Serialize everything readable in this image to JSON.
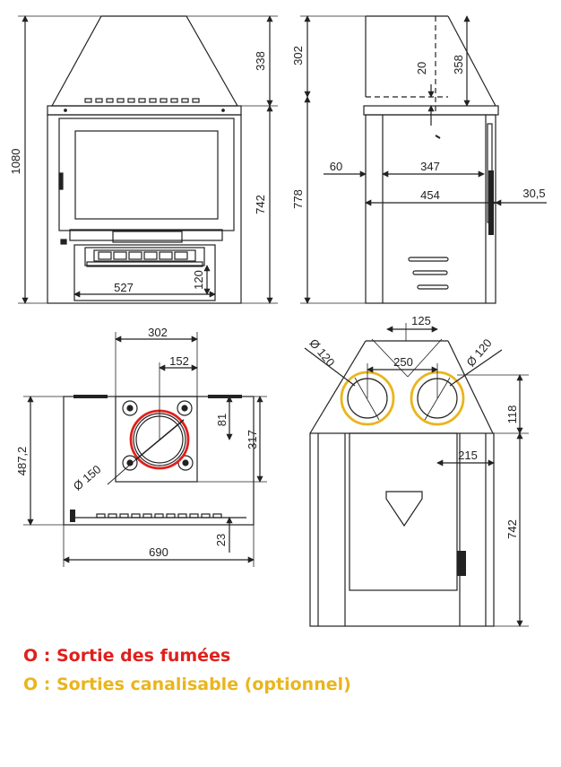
{
  "front_view": {
    "dimensions": {
      "total_height": "1080",
      "hood_height": "338",
      "body_height": "742",
      "base_width": "527",
      "base_height": "120"
    }
  },
  "side_view": {
    "dimensions": {
      "hood_height": "302",
      "collar": "20",
      "hood_offset": "358",
      "body_height": "778",
      "offset_left": "60",
      "depth_inner": "347",
      "depth_total": "454",
      "handle": "30,5"
    }
  },
  "top_view": {
    "dimensions": {
      "plate_width": "302",
      "outlet_offset": "152",
      "outlet_offset_v": "81",
      "plate_depth": "317",
      "total_depth": "487,2",
      "outlet_diameter": "Ø 150",
      "total_width": "690",
      "edge": "23"
    }
  },
  "back_view": {
    "dimensions": {
      "top_width": "125",
      "spacing": "250",
      "left_diameter": "Ø 120",
      "right_diameter": "Ø 120",
      "top_height": "118",
      "offset": "215",
      "body_height": "742"
    }
  },
  "legend": {
    "red": {
      "text": "O : Sortie des fumées",
      "color": "#e0201c"
    },
    "yellow": {
      "text": "O : Sorties canalisable (optionnel)",
      "color": "#eab51c"
    }
  },
  "colors": {
    "line": "#222222",
    "smoke_outlet": "#e0201c",
    "duct_outlet": "#eab51c"
  }
}
